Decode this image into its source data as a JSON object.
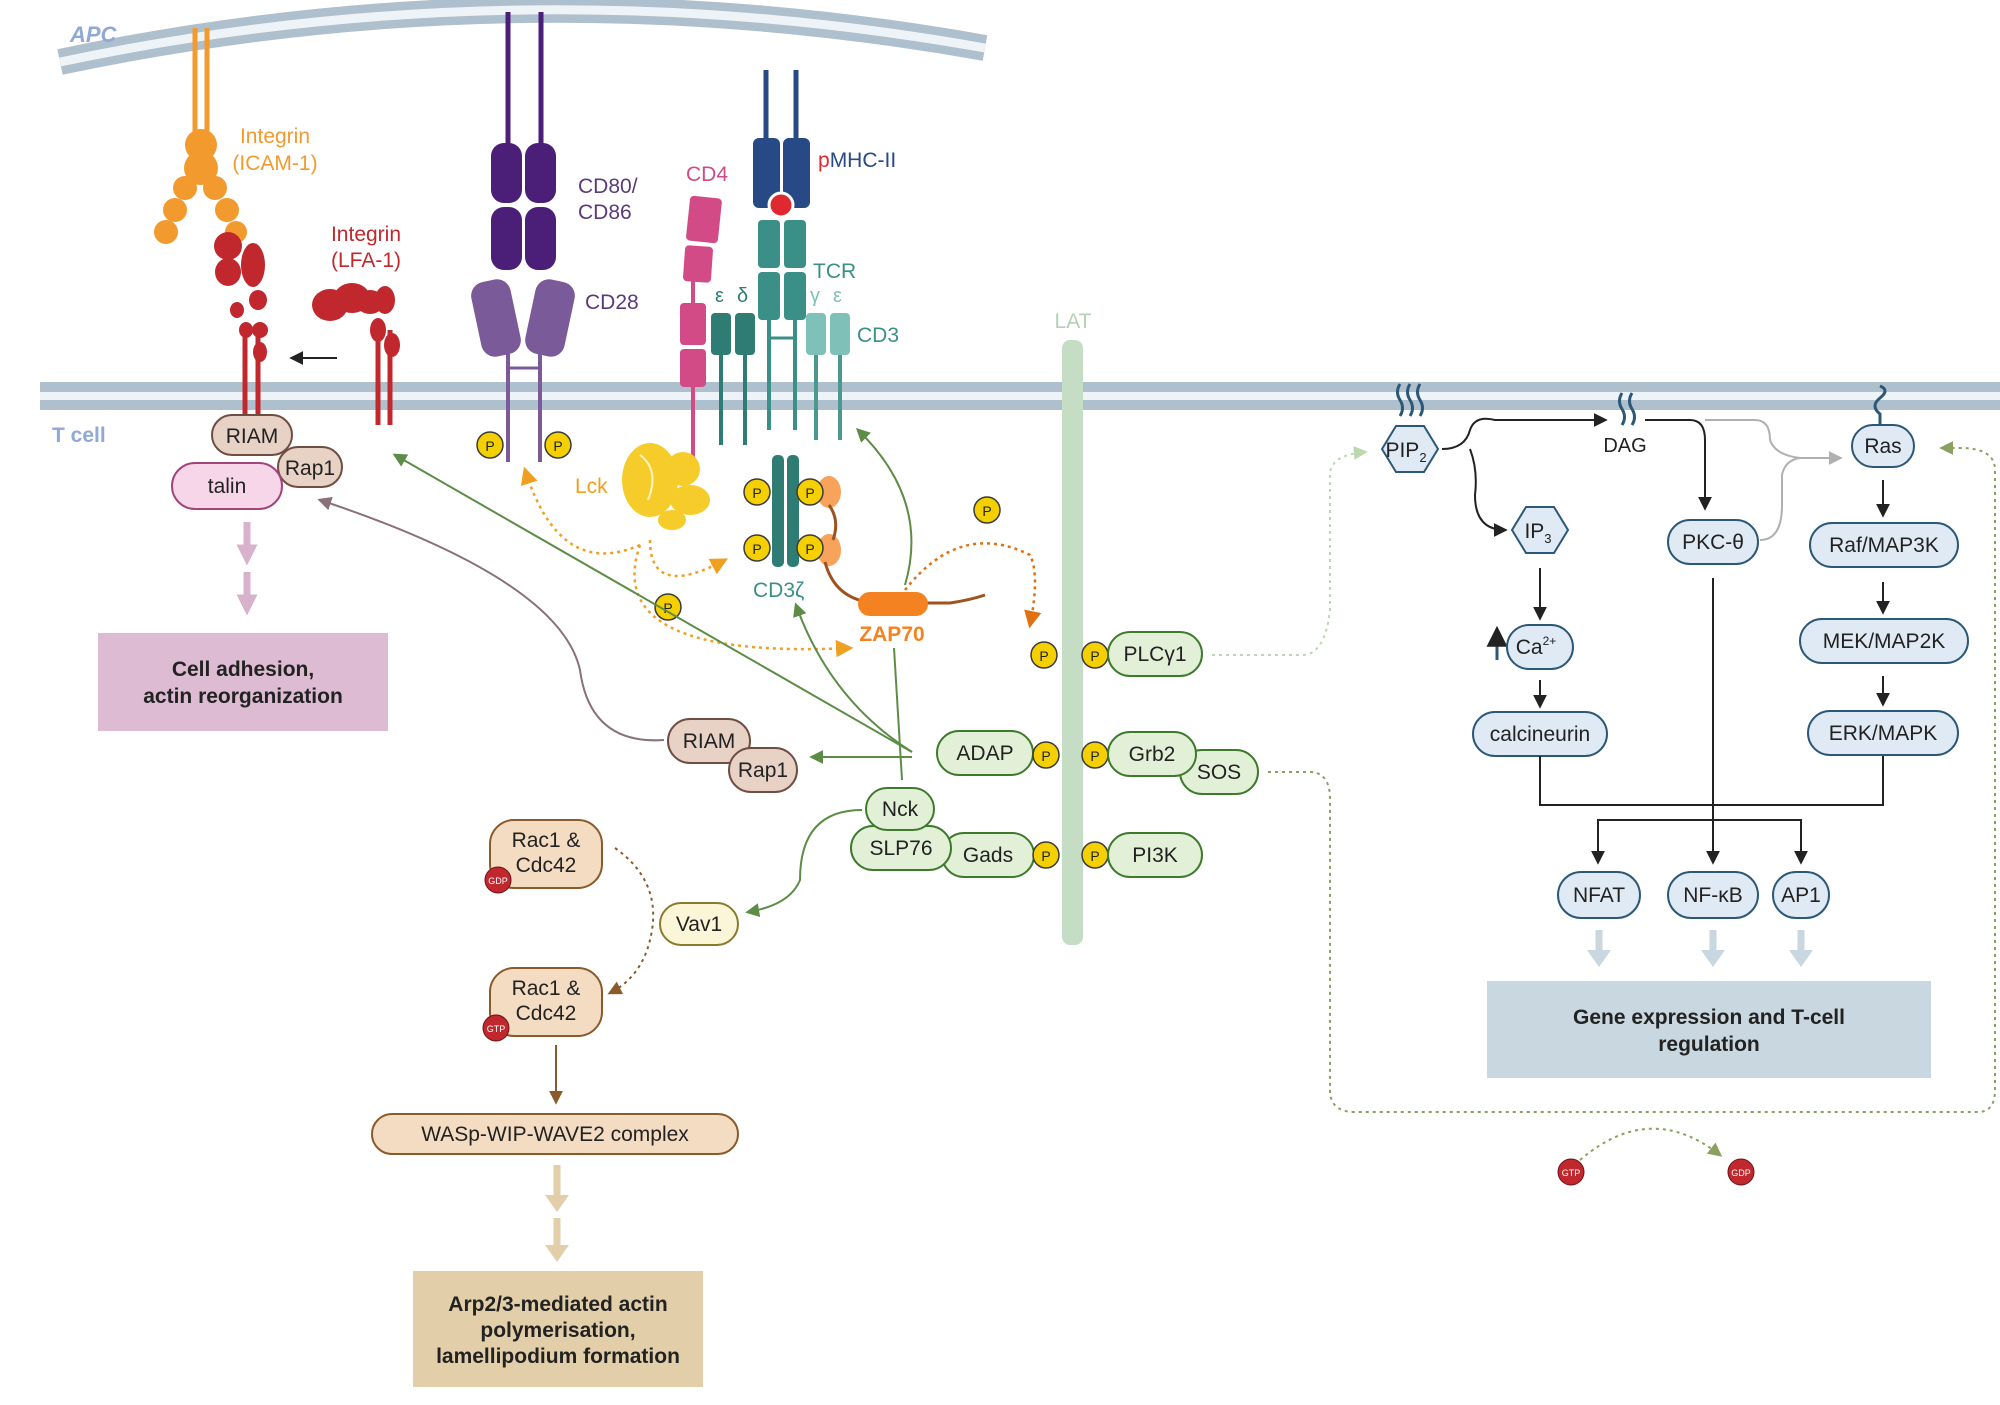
{
  "membranes": {
    "apc": "APC",
    "tcell": "T cell"
  },
  "receptors": {
    "integrin_icam": [
      "Integrin",
      "(ICAM-1)"
    ],
    "integrin_lfa": [
      "Integrin",
      "(LFA-1)"
    ],
    "cd80": [
      "CD80/",
      "CD86"
    ],
    "cd28": "CD28",
    "cd4": "CD4",
    "pmhc_p": "p",
    "pmhc_rest": "MHC-II",
    "tcr": "TCR",
    "cd3": "CD3",
    "cd3z": "CD3ζ",
    "eps1": "ε",
    "delta": "δ",
    "gamma": "γ",
    "eps2": "ε",
    "lck": "Lck",
    "zap70": "ZAP70",
    "lat": "LAT"
  },
  "phospho": "P",
  "proteins": {
    "riam": "RIAM",
    "rap1": "Rap1",
    "talin": "talin",
    "riam2": "RIAM",
    "rap1b": "Rap1",
    "adap": "ADAP",
    "nck": "Nck",
    "slp76": "SLP76",
    "gads": "Gads",
    "plcg1": "PLCγ1",
    "grb2": "Grb2",
    "sos": "SOS",
    "pi3k": "PI3K",
    "vav1": "Vav1",
    "rac1_top": [
      "Rac1 &",
      "Cdc42"
    ],
    "rac1_bottom": [
      "Rac1 &",
      "Cdc42"
    ],
    "wasp": "WASp-WIP-WAVE2 complex"
  },
  "nucleotides": {
    "gdp": "GDP",
    "gtp": "GTP"
  },
  "signaling": {
    "pip2": "PIP",
    "pip2_sub": "2",
    "dag": "DAG",
    "ip3": "IP",
    "ip3_sub": "3",
    "ca": "Ca",
    "ca_sup": "2+",
    "calcineurin": "calcineurin",
    "pkc": "PKC-θ",
    "ras": "Ras",
    "raf": "Raf/MAP3K",
    "mek": "MEK/MAP2K",
    "erk": "ERK/MAPK",
    "nfat": "NFAT",
    "nfkb": "NF-κB",
    "ap1": "AP1"
  },
  "outcomes": {
    "adhesion": [
      "Cell adhesion,",
      "actin reorganization"
    ],
    "arp": [
      "Arp2/3-mediated actin",
      "polymerisation,",
      "lamellipodium formation"
    ],
    "gene": [
      "Gene expression and T-cell",
      "regulation"
    ]
  },
  "colors": {
    "membrane": "#aebfcd",
    "membrane_label": "#8fa8d6",
    "icam": "#f29a2e",
    "lfa": "#c0282d",
    "cd80": "#4b1e78",
    "cd28": "#7b5a9a",
    "cd4": "#d24a86",
    "mhc": "#274a86",
    "tcr": "#3a8f87",
    "cd3_dark": "#2f7c74",
    "cd3_light": "#7fc0b8",
    "lck": "#f6cc2b",
    "zap70": "#f58220",
    "lat": "#c5dcc5",
    "phospho": "#f5d000",
    "green_fill": "#e3f0d8",
    "green_stroke": "#3e7a2c",
    "blue_fill": "#dfeaf4",
    "blue_stroke": "#2c5877",
    "tan_fill": "#f3dcc2",
    "tan_stroke": "#8a5a2b",
    "adhesion_box": "#dcbbd3",
    "arp_box": "#e2cfaa",
    "gene_box": "#c9d7e0"
  }
}
